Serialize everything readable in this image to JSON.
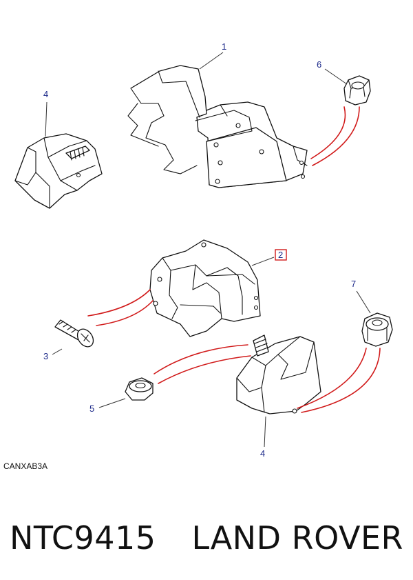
{
  "diagram": {
    "callouts": {
      "c1": "1",
      "c2": "2",
      "c3": "3",
      "c4a": "4",
      "c4b": "4",
      "c5": "5",
      "c6": "6",
      "c7": "7"
    },
    "highlight_color": "#d11a1a",
    "callout_color": "#1d2a8a",
    "figure_code": "CANXAB3A"
  },
  "footer": {
    "part_number": "NTC9415",
    "brand": "LAND ROVER"
  }
}
